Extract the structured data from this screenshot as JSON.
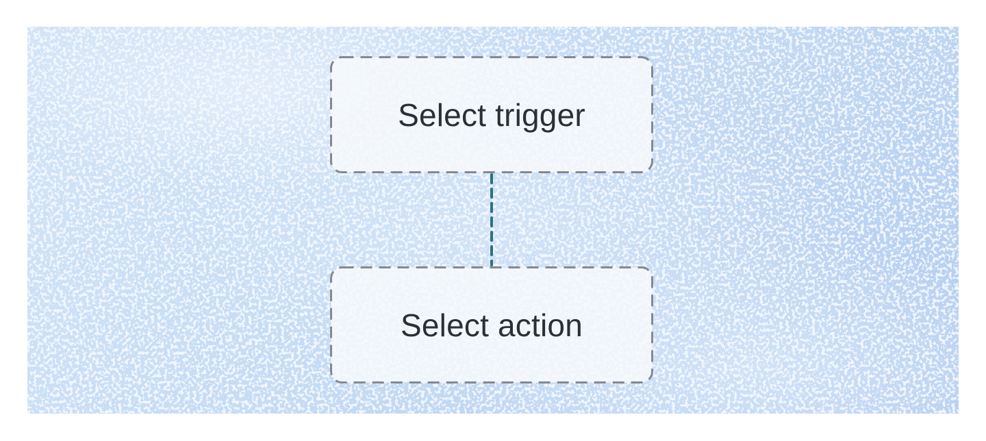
{
  "workflow": {
    "nodes": {
      "trigger": {
        "label": "Select trigger"
      },
      "action": {
        "label": "Select action"
      }
    },
    "connector": {
      "style": "dashed",
      "color": "#2d737c"
    }
  },
  "colors": {
    "page_background": "#ffffff",
    "canvas_base_light": "#d3e4f8",
    "canvas_base_dark": "#b3cdf0",
    "canvas_speckle": "#e9f0fc",
    "node_fill": "#f0f4fa",
    "node_border": "#85898f",
    "node_text": "#2b2f36",
    "connector_teal": "#2d737c"
  }
}
